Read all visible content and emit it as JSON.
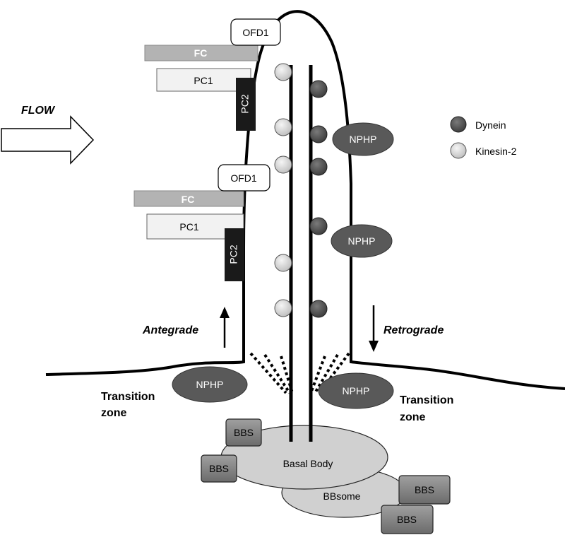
{
  "flow_label": "FLOW",
  "labels": {
    "ofd1": "OFD1",
    "fc": "FC",
    "pc1": "PC1",
    "pc2": "PC2",
    "nphp": "NPHP",
    "bbs": "BBS",
    "basal_body": "Basal Body",
    "bbsome": "BBsome"
  },
  "legend": {
    "dynein": "Dynein",
    "kinesin": "Kinesin-2"
  },
  "directions": {
    "antegrade": "Antegrade",
    "retrograde": "Retrograde"
  },
  "transition_zone": {
    "line1": "Transition",
    "line2": "zone"
  },
  "colors": {
    "kinesin": "#d9d9d9",
    "dynein": "#555555",
    "nphp": "#595959",
    "pc2": "#1a1a1a",
    "fc": "#b3b3b3",
    "pc1": "#f2f2f2",
    "bbs": "#7f7f7f",
    "body": "#d0d0d0"
  }
}
